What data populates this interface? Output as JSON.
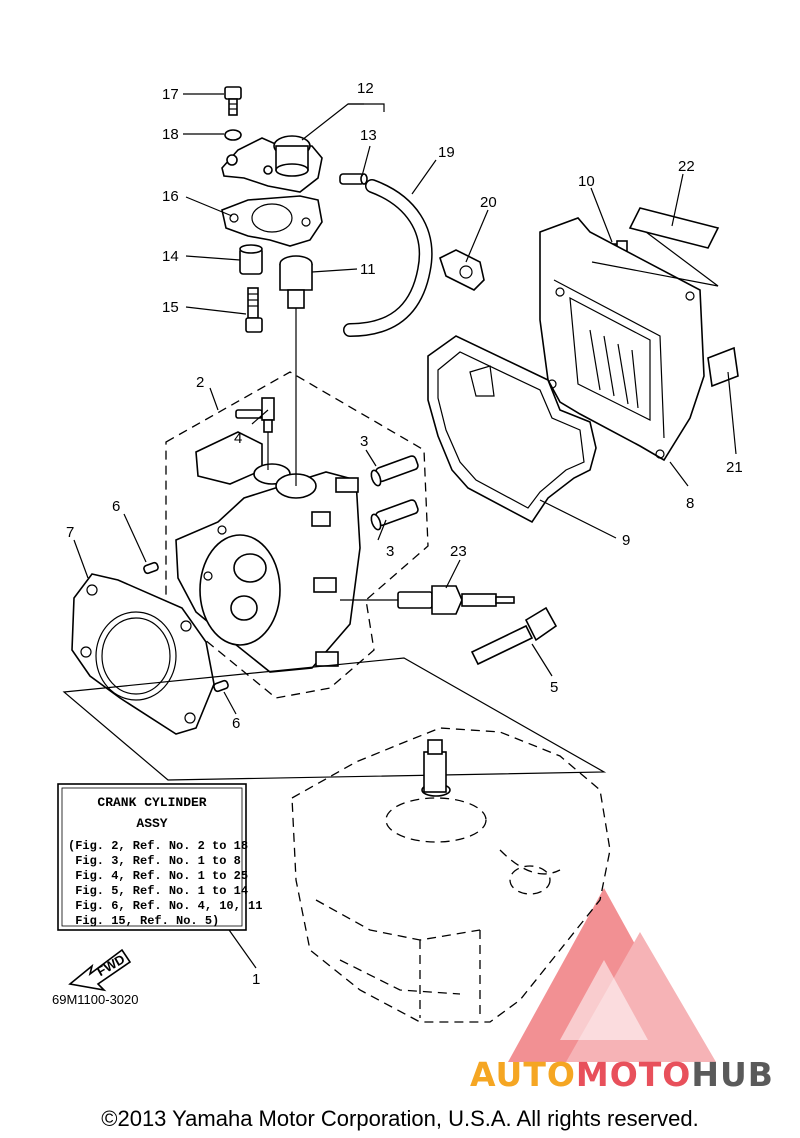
{
  "callouts": {
    "c1": "1",
    "c2": "2",
    "c3a": "3",
    "c3b": "3",
    "c4": "4",
    "c5": "5",
    "c6a": "6",
    "c6b": "6",
    "c7": "7",
    "c8": "8",
    "c9": "9",
    "c10": "10",
    "c11": "11",
    "c12": "12",
    "c13": "13",
    "c14": "14",
    "c15": "15",
    "c16": "16",
    "c17": "17",
    "c18": "18",
    "c19": "19",
    "c20": "20",
    "c21": "21",
    "c22": "22",
    "c23": "23"
  },
  "assy_box": {
    "title_line1": "CRANK CYLINDER",
    "title_line2": "ASSY",
    "refs": [
      "(Fig. 2, Ref. No. 2 to 18",
      " Fig. 3, Ref. No. 1 to 8",
      " Fig. 4, Ref. No. 1 to 25",
      " Fig. 5, Ref. No. 1 to 14",
      " Fig. 6, Ref. No. 4, 10, 11",
      " Fig. 15, Ref. No. 5)"
    ]
  },
  "fwd_label": "FWD",
  "part_code": "69M1100-3020",
  "watermark": {
    "part1": "AUTO",
    "part2": "MOTO",
    "part3": "HUB"
  },
  "copyright": "©2013 Yamaha Motor Corporation, U.S.A. All rights reserved.",
  "colors": {
    "watermark_orange": "#f5a623",
    "watermark_red": "#e8505b",
    "watermark_gray": "#5a5a5a",
    "watermark_triangle": "#ee6b70"
  }
}
